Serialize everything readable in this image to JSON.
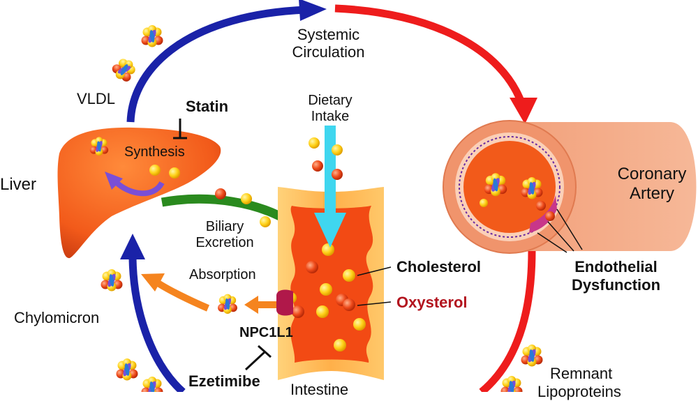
{
  "labels": {
    "systemic_circulation": [
      "Systemic",
      "Circulation"
    ],
    "vldl": "VLDL",
    "statin": "Statin",
    "synthesis": "Synthesis",
    "liver": "Liver",
    "dietary_intake": [
      "Dietary",
      "Intake"
    ],
    "coronary_artery": [
      "Coronary",
      "Artery"
    ],
    "biliary_excretion": [
      "Biliary",
      "Excretion"
    ],
    "absorption": "Absorption",
    "cholesterol": "Cholesterol",
    "oxysterol": "Oxysterol",
    "endothelial_dysfunction": [
      "Endothelial",
      "Dysfunction"
    ],
    "chylomicron": "Chylomicron",
    "npc1l1": "NPC1L1",
    "ezetimibe": "Ezetimibe",
    "intestine": "Intestine",
    "remnant_lipoproteins": [
      "Remnant",
      "Lipoproteins"
    ]
  },
  "colors": {
    "blue_arrow": "#1a22a8",
    "red_arrow": "#ee1c1c",
    "green_arrow": "#2a8a1e",
    "orange_arrow": "#f5841f",
    "cyan_arrow": "#3fd6ef",
    "purple_arrow": "#7a4fd6",
    "liver": "#f25a1a",
    "intestine_wall": "#ffb85a",
    "intestine_lumen": "#f24a14",
    "cholesterol": "#ffd21a",
    "oxysterol": "#ee4a1a",
    "oxysterol_text": "#b3141e",
    "npc1l1": "#b0184a"
  }
}
